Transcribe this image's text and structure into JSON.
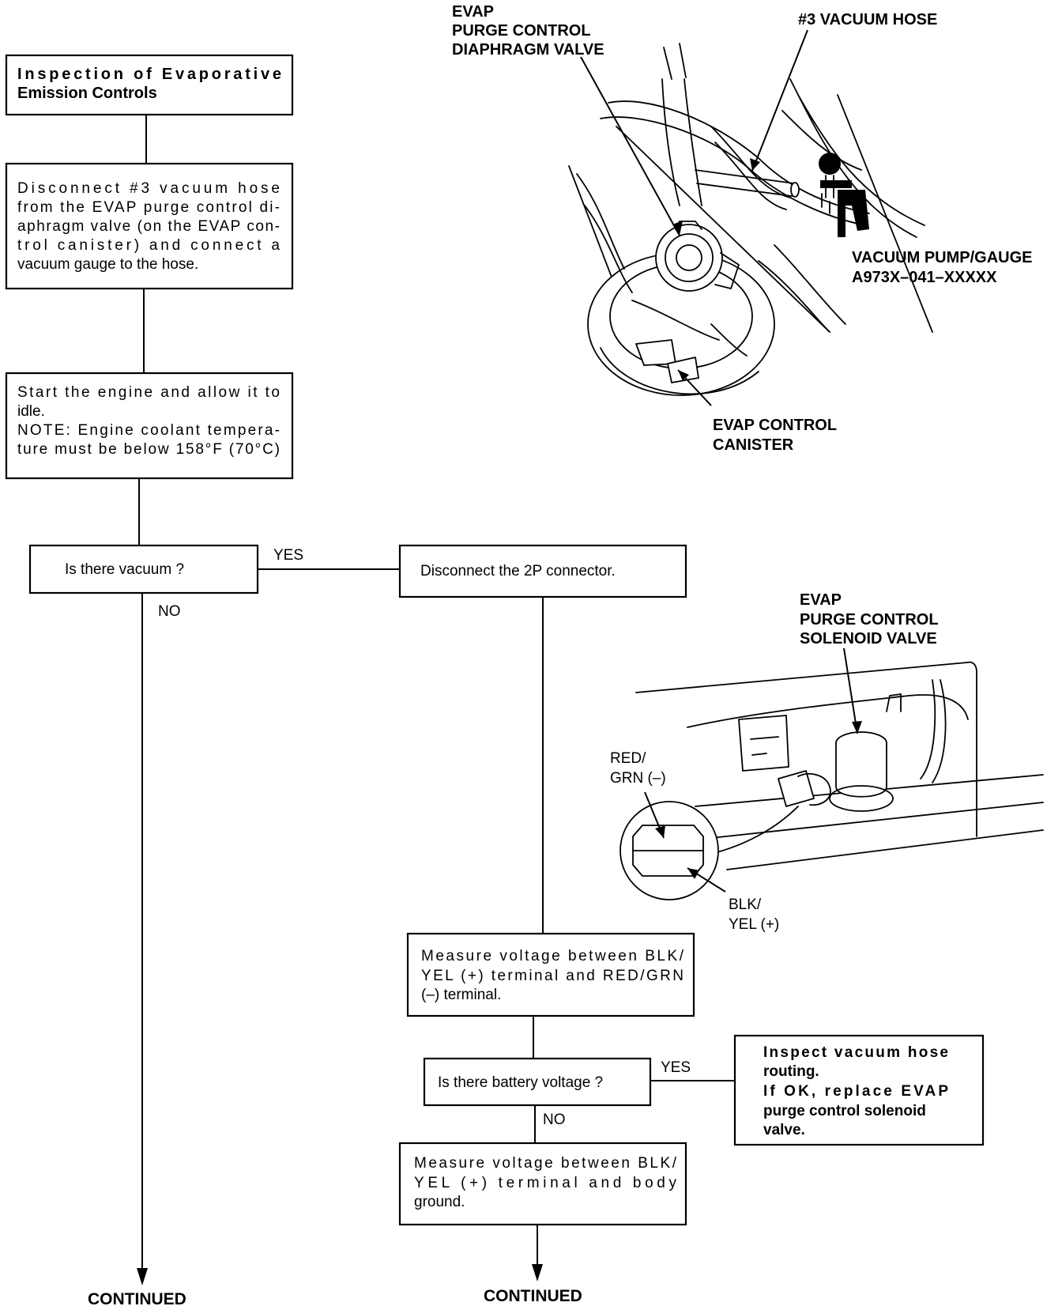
{
  "flowchart": {
    "title_box": [
      "Inspection of Evaporative",
      "Emission Controls"
    ],
    "step_disconnect_hose": [
      "Disconnect #3 vacuum hose",
      "from the EVAP purge control di-",
      "aphragm valve (on the EVAP con-",
      "trol canister) and connect a",
      "vacuum gauge to the hose."
    ],
    "step_start_engine": [
      "Start the engine and allow it to",
      "idle.",
      "NOTE: Engine coolant tempera-",
      "ture must be below 158°F (70°C)"
    ],
    "decision_vacuum": "Is there vacuum ?",
    "step_disconnect_2p": "Disconnect the 2P connector.",
    "step_measure_voltage": [
      "Measure voltage between BLK/",
      "YEL (+) terminal and RED/GRN",
      "(–) terminal."
    ],
    "decision_battery_voltage": "Is there battery voltage ?",
    "result_inspect_routing": [
      "Inspect vacuum hose",
      "routing.",
      "If OK, replace EVAP",
      "purge control solenoid",
      "valve."
    ],
    "step_measure_body_ground": [
      "Measure voltage between BLK/",
      "YEL (+) terminal and body",
      "ground."
    ],
    "yes_label": "YES",
    "no_label": "NO",
    "continued_label": "CONTINUED"
  },
  "illustration_top": {
    "label_valve": [
      "EVAP",
      "PURGE CONTROL",
      "DIAPHRAGM VALVE"
    ],
    "label_hose": "#3 VACUUM HOSE",
    "label_pump": [
      "VACUUM PUMP/GAUGE",
      "A973X–041–XXXXX"
    ],
    "label_canister": [
      "EVAP CONTROL",
      "CANISTER"
    ]
  },
  "illustration_bottom": {
    "label_solenoid": [
      "EVAP",
      "PURGE CONTROL",
      "SOLENOID VALVE"
    ],
    "label_red_grn": [
      "RED/",
      "GRN (–)"
    ],
    "label_blk_yel": [
      "BLK/",
      "YEL (+)"
    ]
  }
}
